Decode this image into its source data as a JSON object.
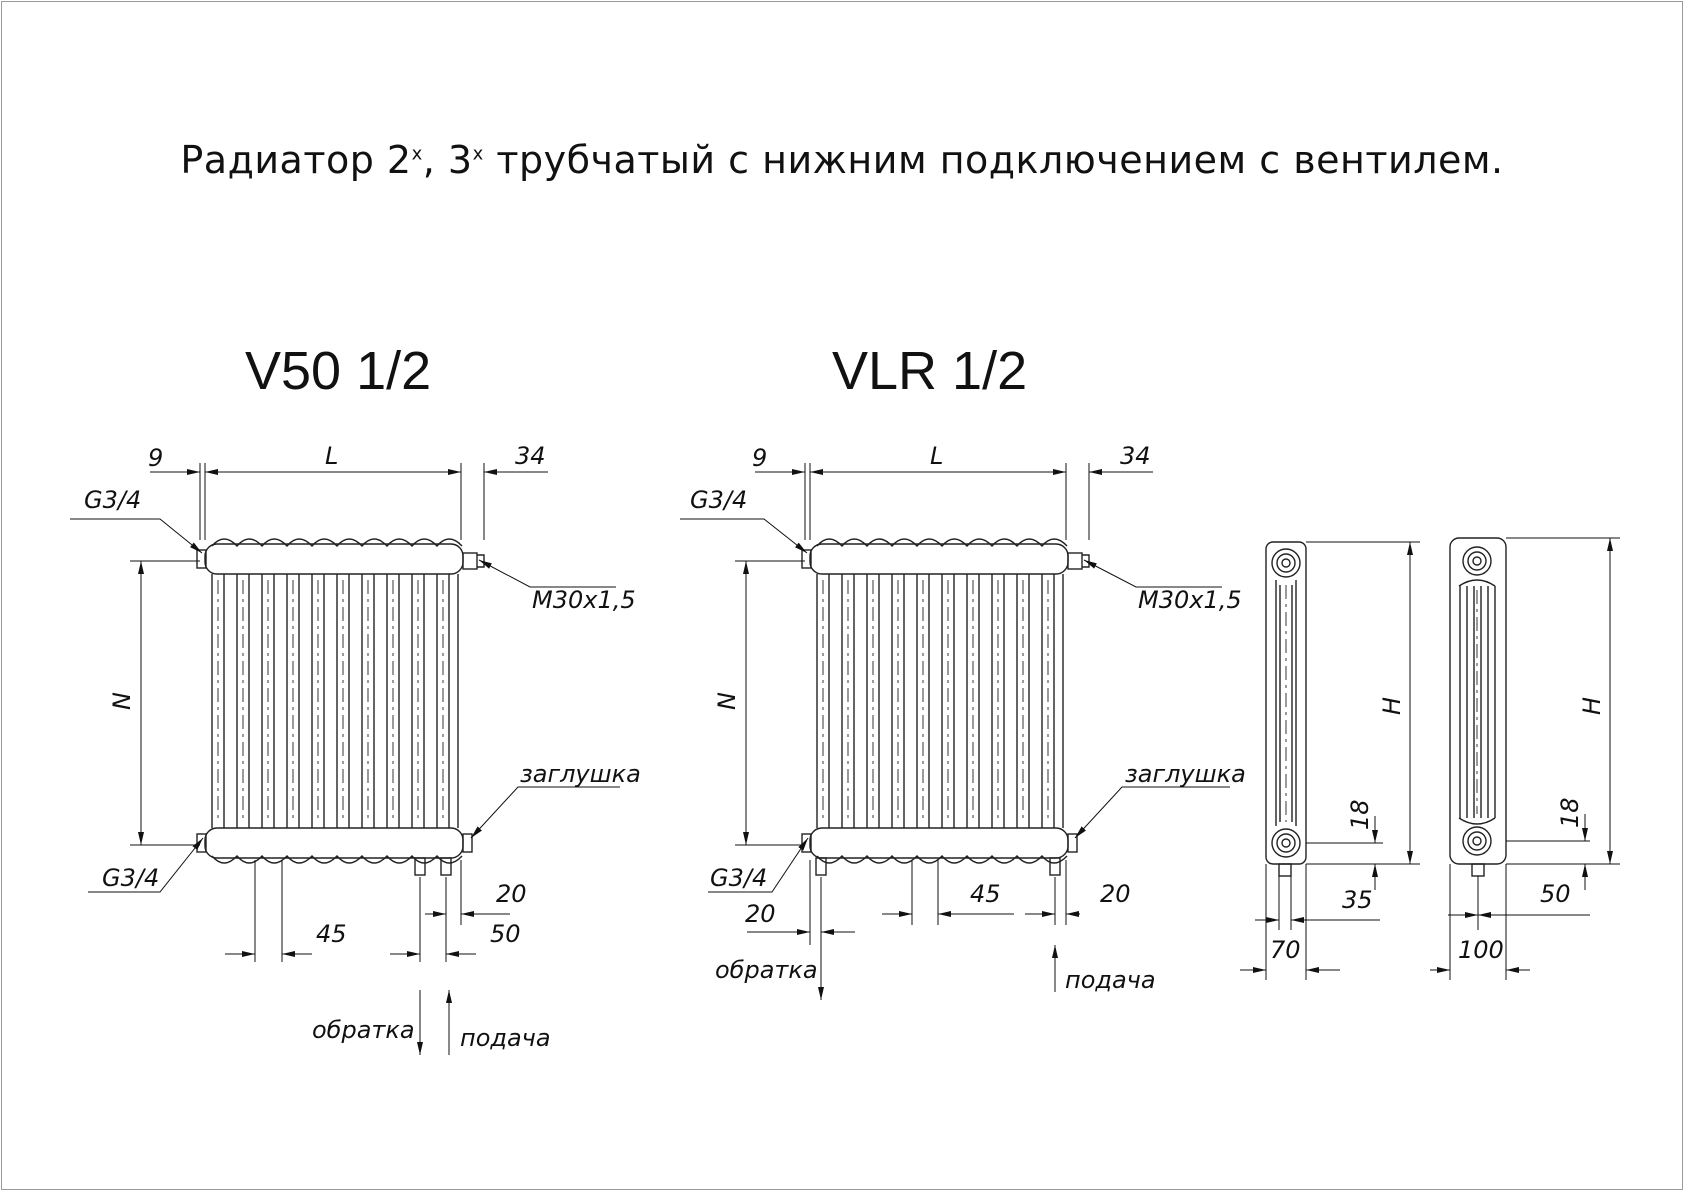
{
  "title": {
    "main": "Радиатор 2",
    "sup1": "х",
    "mid": ", 3",
    "sup2": "х",
    "rest": " трубчатый с нижним подключением с вентилем."
  },
  "models": {
    "left": "V50 1/2",
    "right": "VLR 1/2"
  },
  "dimensions": {
    "d9": "9",
    "L": "L",
    "d34": "34",
    "N": "N",
    "H": "H",
    "d45": "45",
    "d20": "20",
    "d50": "50",
    "d18": "18",
    "d35": "35",
    "d70": "70",
    "d100": "100"
  },
  "labels": {
    "g34": "G3/4",
    "m30": "M30x1,5",
    "plug": "заглушка",
    "return": "обратка",
    "supply": "подача"
  }
}
